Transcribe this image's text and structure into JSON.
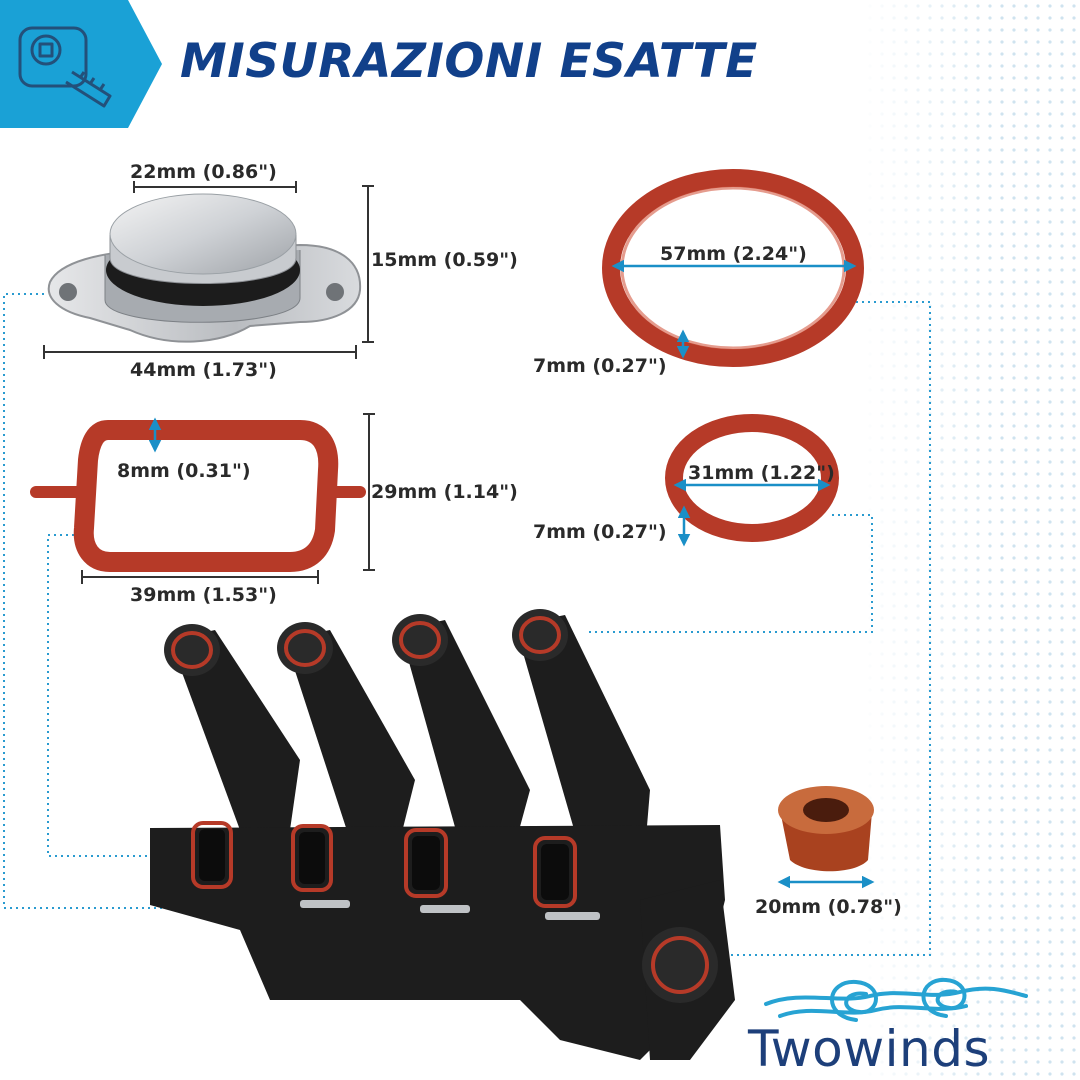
{
  "header": {
    "title": "MISURAZIONI ESATTE",
    "icon": "tape-measure-icon",
    "accent_color": "#1aa1d6",
    "title_color": "#11408a"
  },
  "measurements": {
    "flap_plug_diameter": "22mm (0.86\")",
    "flap_plug_height": "15mm (0.59\")",
    "flap_plug_width": "44mm (1.73\")",
    "large_ring_diameter": "57mm (2.24\")",
    "large_ring_thickness": "7mm (0.27\")",
    "gasket_thickness": "8mm (0.31\")",
    "gasket_height": "29mm (1.14\")",
    "gasket_width": "39mm (1.53\")",
    "small_ring_diameter": "31mm (1.22\")",
    "small_ring_thickness": "7mm (0.27\")",
    "bushing_diameter": "20mm (0.78\")"
  },
  "brand": {
    "name": "Twowinds",
    "logo_color": "#1d3f7a",
    "wave_color": "#27a3d3"
  },
  "colors": {
    "rubber": "#b63a28",
    "arrow": "#1a8fc7",
    "manifold": "#1d1d1d"
  }
}
